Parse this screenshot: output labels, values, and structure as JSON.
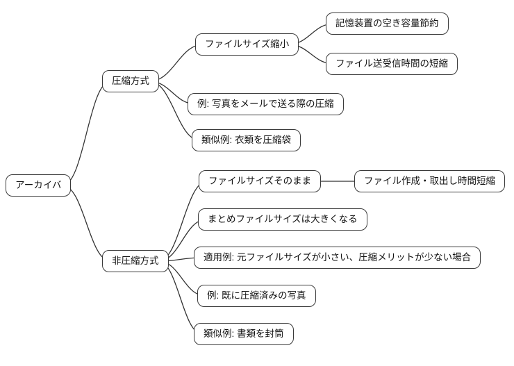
{
  "diagram": {
    "type": "mindmap",
    "colors": {
      "node_border": "#3a3a3a",
      "node_fill": "#ffffff",
      "edge": "#333333",
      "text": "#111111"
    },
    "nodes": {
      "root": {
        "label": "アーカイバ"
      },
      "compress": {
        "label": "圧縮方式"
      },
      "size_reduce": {
        "label": "ファイルサイズ縮小"
      },
      "storage_save": {
        "label": "記憶装置の空き容量節約"
      },
      "transfer_time": {
        "label": "ファイル送受信時間の短縮"
      },
      "example_mail": {
        "label": "例: 写真をメールで送る際の圧縮"
      },
      "similar_bag": {
        "label": "類似例: 衣類を圧縮袋"
      },
      "noncompress": {
        "label": "非圧縮方式"
      },
      "size_same": {
        "label": "ファイルサイズそのまま"
      },
      "create_extract": {
        "label": "ファイル作成・取出し時間短縮"
      },
      "combined_larger": {
        "label": "まとめファイルサイズは大きくなる"
      },
      "apply_example": {
        "label": "適用例: 元ファイルサイズが小さい、圧縮メリットが少ない場合"
      },
      "example_photo": {
        "label": "例: 既に圧縮済みの写真"
      },
      "similar_envelope": {
        "label": "類似例: 書類を封筒"
      }
    },
    "edges": [
      {
        "from": "root",
        "to": "compress"
      },
      {
        "from": "root",
        "to": "noncompress"
      },
      {
        "from": "compress",
        "to": "size_reduce"
      },
      {
        "from": "compress",
        "to": "example_mail"
      },
      {
        "from": "compress",
        "to": "similar_bag"
      },
      {
        "from": "size_reduce",
        "to": "storage_save"
      },
      {
        "from": "size_reduce",
        "to": "transfer_time"
      },
      {
        "from": "noncompress",
        "to": "size_same"
      },
      {
        "from": "noncompress",
        "to": "combined_larger"
      },
      {
        "from": "noncompress",
        "to": "apply_example"
      },
      {
        "from": "noncompress",
        "to": "example_photo"
      },
      {
        "from": "noncompress",
        "to": "similar_envelope"
      },
      {
        "from": "size_same",
        "to": "create_extract"
      }
    ]
  }
}
